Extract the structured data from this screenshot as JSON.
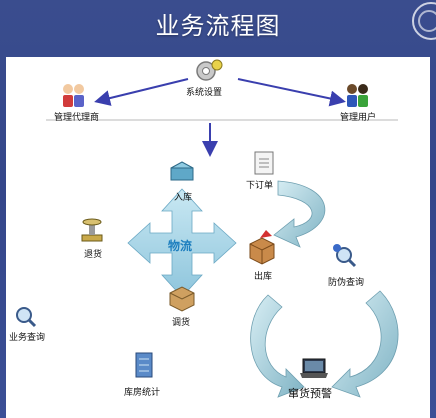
{
  "title": "业务流程图",
  "nodes": {
    "system_settings": "系统设置",
    "agent_management": "管理代理商",
    "user_management": "管理用户",
    "stock_in": "入库",
    "place_order": "下订单",
    "logistics": "物流",
    "stock_out": "出库",
    "return_goods": "退货",
    "anti_counterfeit_query": "防伪查询",
    "business_query": "业务查询",
    "transfer_goods": "调货",
    "inventory_stats": "库房统计",
    "stock_alert": "窜货预警"
  },
  "colors": {
    "background": "#3a4d8e",
    "arrow_blue": "#3a3fae",
    "cross_arrow": "#a8d6e8",
    "curve_arrow": "#8fbfcf"
  }
}
